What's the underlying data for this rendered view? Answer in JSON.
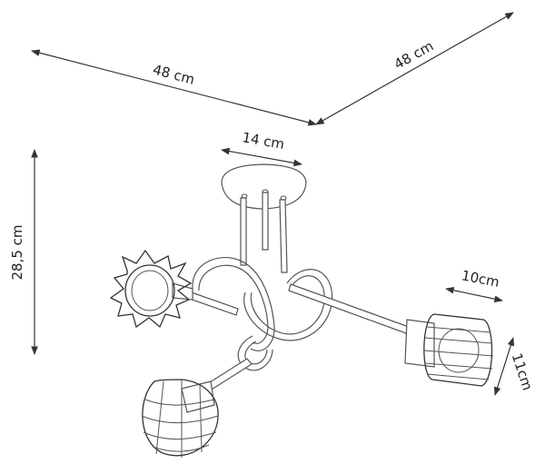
{
  "dimensions": {
    "width_left": "48 cm",
    "width_right": "48 cm",
    "canopy_diameter": "14 cm",
    "total_height": "28,5 cm",
    "shade_width": "10cm",
    "shade_height": "11cm"
  },
  "colors": {
    "dimension_line": "#333333",
    "lamp_outline": "#555555",
    "cage": "#333333"
  }
}
